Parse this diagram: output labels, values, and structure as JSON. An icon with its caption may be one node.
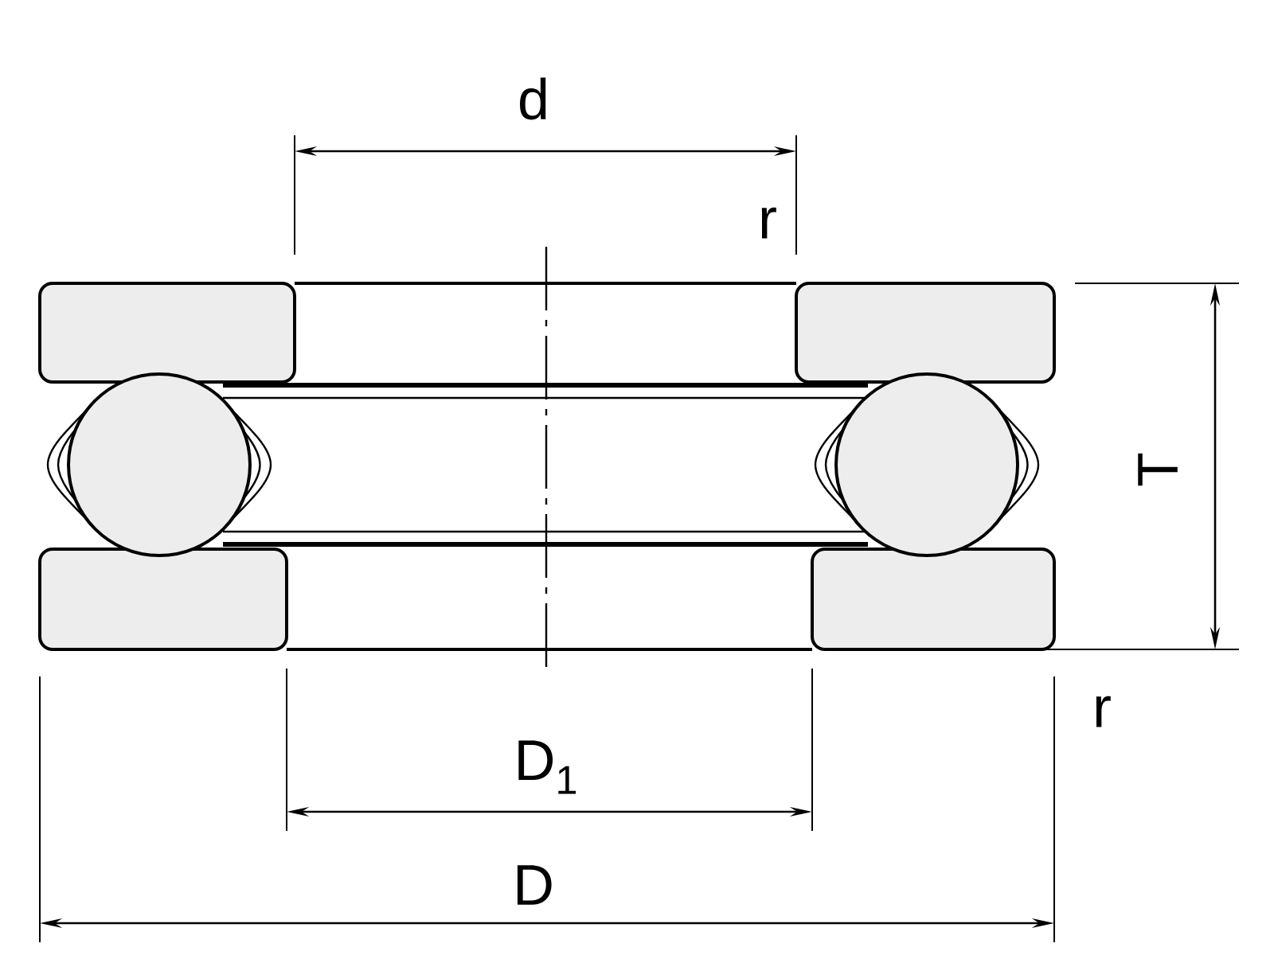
{
  "diagram": {
    "labels": [
      "d",
      "r",
      "T",
      "r",
      "D$_{1}$",
      "D"
    ]
  }
}
